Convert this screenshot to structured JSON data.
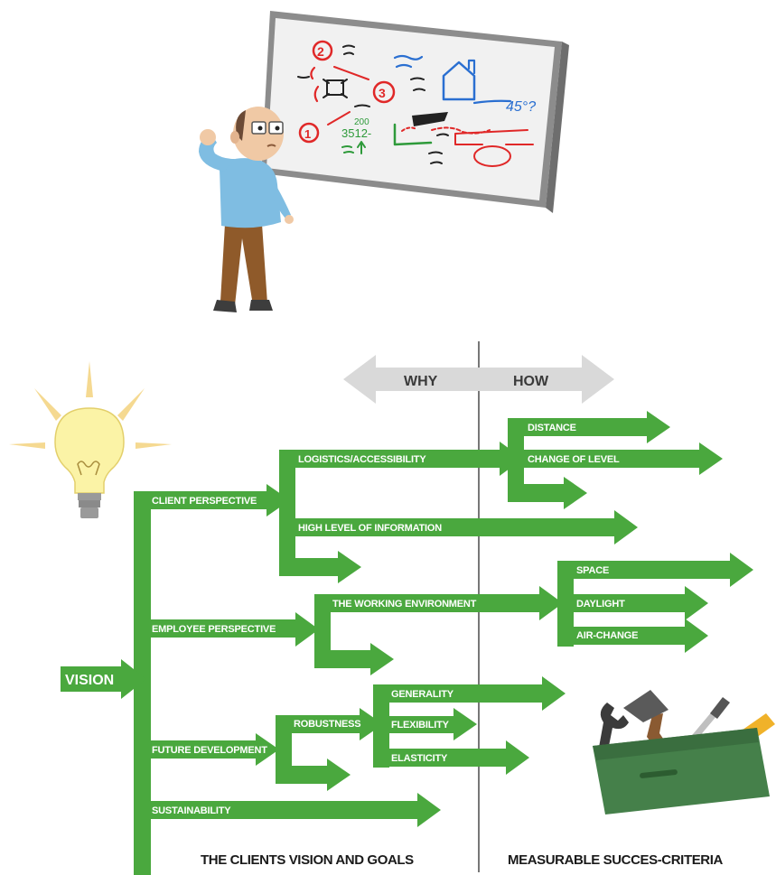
{
  "labels": {
    "why": "WHY",
    "how": "HOW",
    "vision": "VISION",
    "client_perspective": "CLIENT PERSPECTIVE",
    "logistics": "LOGISTICS/ACCESSIBILITY",
    "high_level_info": "HIGH LEVEL OF INFORMATION",
    "distance": "DISTANCE",
    "change_of_level": "CHANGE OF LEVEL",
    "employee_perspective": "EMPLOYEE PERSPECTIVE",
    "working_environment": "THE WORKING ENVIRONMENT",
    "space": "SPACE",
    "daylight": "DAYLIGHT",
    "air_change": "AIR-CHANGE",
    "future_development": "FUTURE DEVELOPMENT",
    "robustness": "ROBUSTNESS",
    "generality": "GENERALITY",
    "flexibility": "FLEXIBILITY",
    "elasticity": "ELASTICITY",
    "sustainability": "SUSTAINABILITY"
  },
  "footer": {
    "left": "THE CLIENTS VISION AND GOALS",
    "right": "MEASURABLE SUCCES-CRITERIA"
  },
  "whiteboard": {
    "num_1": "1",
    "num_2": "2",
    "num_3": "3",
    "n200": "200",
    "n3512": "3512-",
    "n45": "45°?"
  },
  "colors": {
    "green": "#4aa83e",
    "arrow_gray": "#d9d9d9",
    "divider": "#555555",
    "bulb": "#fbf3a6"
  },
  "icons": [
    "light-bulb-icon",
    "toolbox-icon",
    "wrench-icon",
    "hammer-icon",
    "screwdriver-icon",
    "ruler-icon"
  ]
}
